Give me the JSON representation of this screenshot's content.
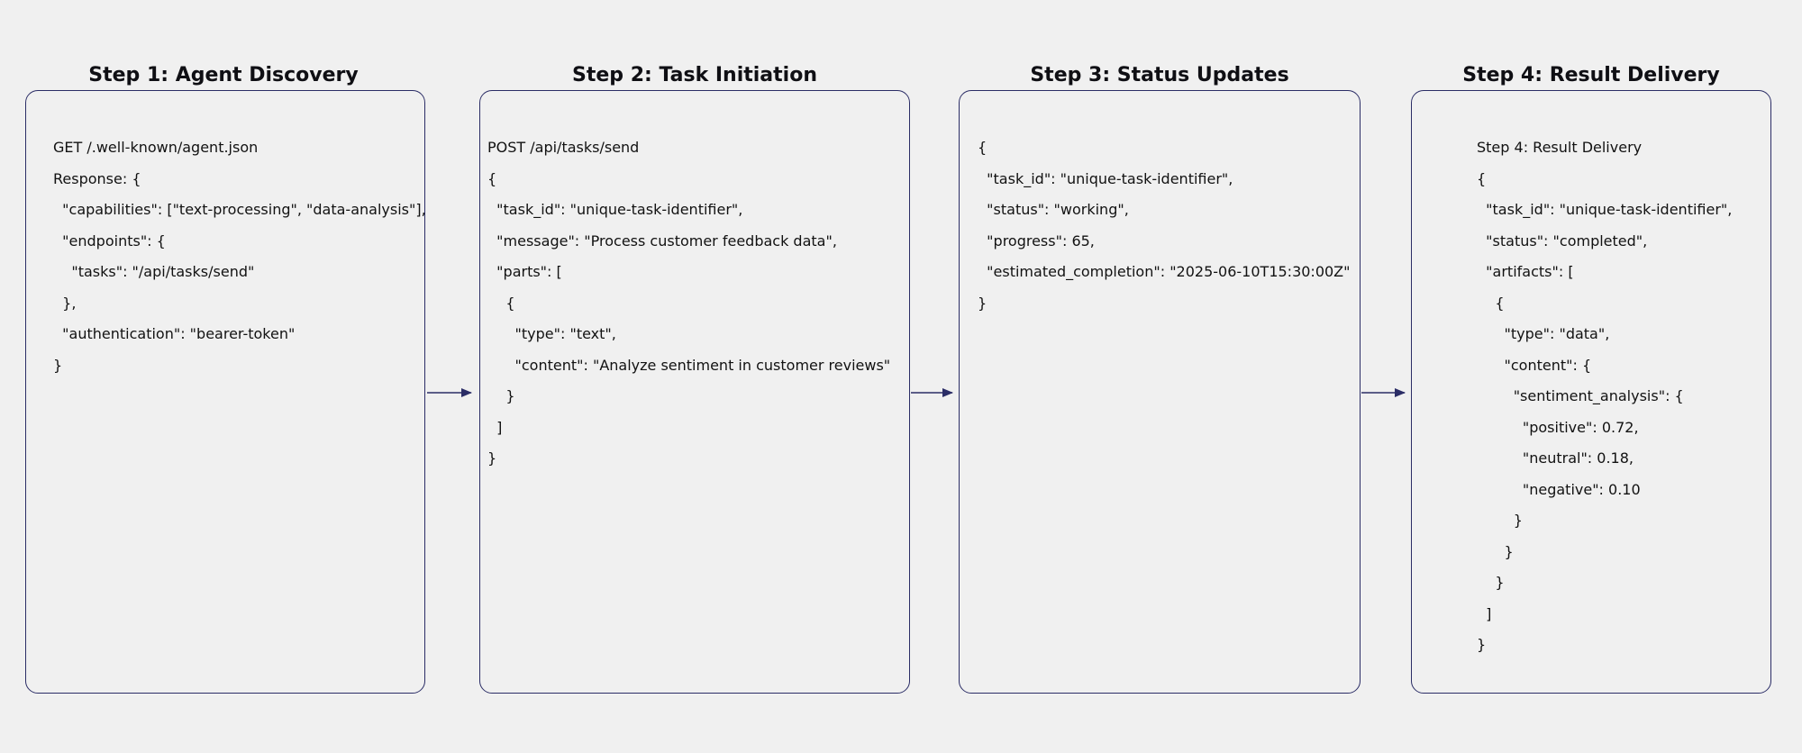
{
  "steps": [
    {
      "title": "Step 1: Agent Discovery",
      "lines": [
        "GET /.well-known/agent.json",
        "Response: {",
        "  \"capabilities\": [\"text-processing\", \"data-analysis\"],",
        "  \"endpoints\": {",
        "    \"tasks\": \"/api/tasks/send\"",
        "  },",
        "  \"authentication\": \"bearer-token\"",
        "}"
      ]
    },
    {
      "title": "Step 2: Task Initiation",
      "lines": [
        "POST /api/tasks/send",
        "{",
        "  \"task_id\": \"unique-task-identifier\",",
        "  \"message\": \"Process customer feedback data\",",
        "  \"parts\": [",
        "    {",
        "      \"type\": \"text\",",
        "      \"content\": \"Analyze sentiment in customer reviews\"",
        "    }",
        "  ]",
        "}"
      ]
    },
    {
      "title": "Step 3: Status Updates",
      "lines": [
        "{",
        "  \"task_id\": \"unique-task-identifier\",",
        "  \"status\": \"working\",",
        "  \"progress\": 65,",
        "  \"estimated_completion\": \"2025-06-10T15:30:00Z\"",
        "}"
      ]
    },
    {
      "title": "Step 4: Result Delivery",
      "lines": [
        "Step 4: Result Delivery",
        "{",
        "  \"task_id\": \"unique-task-identifier\",",
        "  \"status\": \"completed\",",
        "  \"artifacts\": [",
        "    {",
        "      \"type\": \"data\",",
        "      \"content\": {",
        "        \"sentiment_analysis\": {",
        "          \"positive\": 0.72,",
        "          \"neutral\": 0.18,",
        "          \"negative\": 0.10",
        "        }",
        "      }",
        "    }",
        "  ]",
        "}"
      ]
    }
  ],
  "colors": {
    "background": "#f0f0f0",
    "border": "#2b2d66",
    "arrow": "#2b2d66",
    "text": "#121212"
  }
}
